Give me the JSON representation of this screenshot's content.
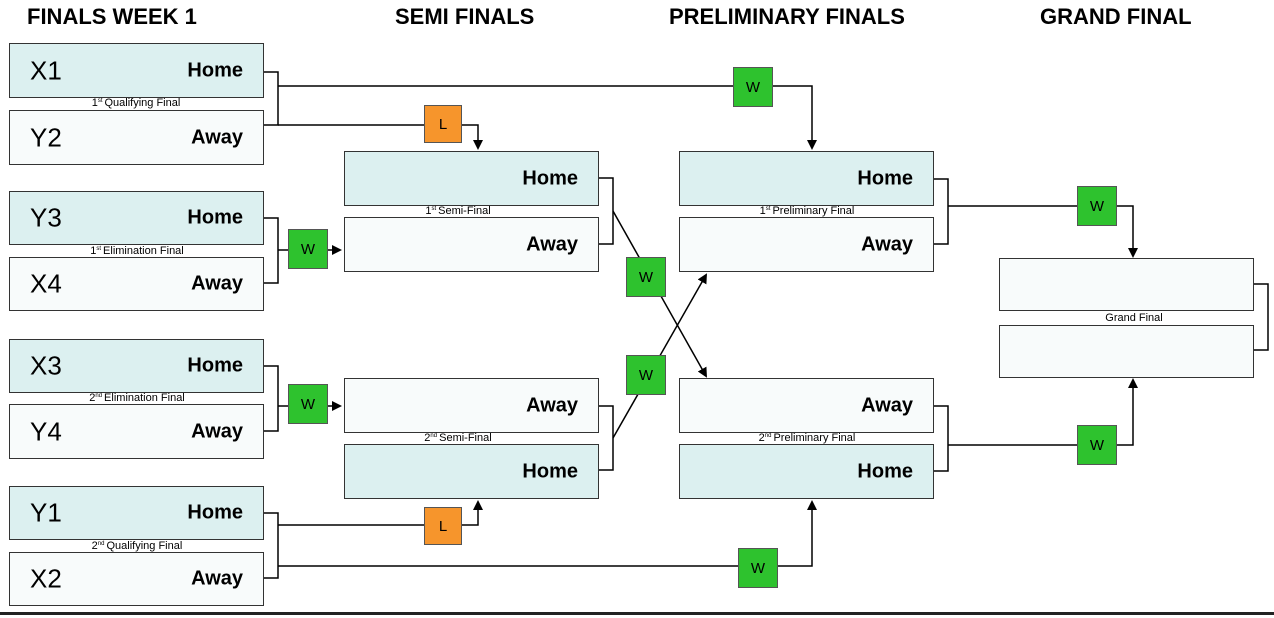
{
  "headers": {
    "week1": "FINALS WEEK 1",
    "semi": "SEMI FINALS",
    "prelim": "PRELIMINARY FINALS",
    "grand": "GRAND FINAL"
  },
  "week1": {
    "qf1": {
      "home_team": "X1",
      "home_side": "Home",
      "away_team": "Y2",
      "away_side": "Away",
      "ord": "1",
      "ord_sup": "st",
      "label": "Qualifying Final"
    },
    "ef1": {
      "home_team": "Y3",
      "home_side": "Home",
      "away_team": "X4",
      "away_side": "Away",
      "ord": "1",
      "ord_sup": "st",
      "label": "Elimination Final"
    },
    "ef2": {
      "home_team": "X3",
      "home_side": "Home",
      "away_team": "Y4",
      "away_side": "Away",
      "ord": "2",
      "ord_sup": "nd",
      "label": "Elimination Final"
    },
    "qf2": {
      "home_team": "Y1",
      "home_side": "Home",
      "away_team": "X2",
      "away_side": "Away",
      "ord": "2",
      "ord_sup": "nd",
      "label": "Qualifying Final"
    }
  },
  "semis": {
    "sf1": {
      "top_side": "Home",
      "bottom_side": "Away",
      "ord": "1",
      "ord_sup": "st",
      "label": "Semi-Final"
    },
    "sf2": {
      "top_side": "Away",
      "bottom_side": "Home",
      "ord": "2",
      "ord_sup": "nd",
      "label": "Semi-Final"
    }
  },
  "prelims": {
    "pf1": {
      "top_side": "Home",
      "bottom_side": "Away",
      "ord": "1",
      "ord_sup": "st",
      "label": "Preliminary Final"
    },
    "pf2": {
      "top_side": "Away",
      "bottom_side": "Home",
      "ord": "2",
      "ord_sup": "nd",
      "label": "Preliminary Final"
    }
  },
  "grand": {
    "label": "Grand Final"
  },
  "badges": {
    "qf1_winner": "W",
    "qf1_loser": "L",
    "ef1_winner": "W",
    "ef2_winner": "W",
    "qf2_loser": "L",
    "qf2_winner": "W",
    "sf1_winner": "W",
    "sf2_winner": "W",
    "pf1_winner": "W",
    "pf2_winner": "W"
  },
  "colors": {
    "home_box": "#dcf0f0",
    "away_box": "#f8fbfb",
    "win_badge": "#2ec22e",
    "loss_badge": "#f6952c",
    "lines": "#000000"
  }
}
